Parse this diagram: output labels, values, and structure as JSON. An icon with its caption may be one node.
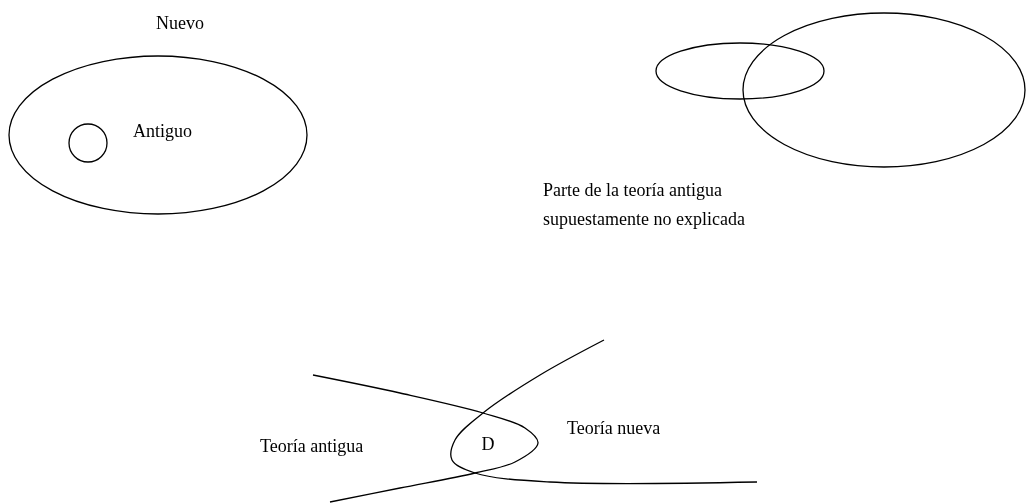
{
  "diagram": {
    "nodes": [
      {
        "text": [
          "Nuevo"
        ]
      },
      {
        "text": [],
        "shape": "circle",
        "in": 0,
        "beside": [
          "Antiguo"
        ]
      },
      {
        "text": [],
        "shape": "ellipse"
      },
      {
        "text": [],
        "shape": "ellipse"
      },
      {
        "text": [
          "D"
        ]
      }
    ],
    "edges": [],
    "labels": [
      "Parte de la teoría antigua supuestamente no explicada",
      "Teoría antigua",
      "Teoría nueva"
    ]
  }
}
